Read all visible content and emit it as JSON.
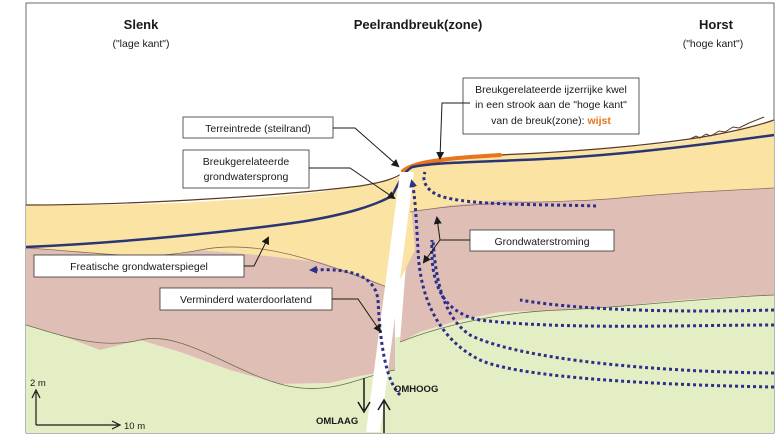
{
  "headers": {
    "left_title": "Slenk",
    "left_sub": "(\"lage kant\")",
    "center_title": "Peelrandbreuk(zone)",
    "right_title": "Horst",
    "right_sub": "(\"hoge kant\")"
  },
  "callouts": {
    "kwel_line1": "Breukgerelateerde ijzerrijke kwel",
    "kwel_line2": "in een strook aan de \"hoge kant\"",
    "kwel_line3a": "van de breuk(zone): ",
    "kwel_line3b": "wijst",
    "terreintrede": "Terreintrede (steilrand)",
    "sprong_line1": "Breukgerelateerde",
    "sprong_line2": "grondwatersprong",
    "stroming": "Grondwaterstroming",
    "freatisch": "Freatische grondwaterspiegel",
    "verminderd": "Verminderd waterdoorlatend"
  },
  "fault": {
    "up_label": "OMHOOG",
    "down_label": "OMLAAG"
  },
  "scale": {
    "vertical": "2 m",
    "horizontal": "10 m"
  },
  "colors": {
    "sand": "#fbe3a4",
    "clay": "#dfbfb5",
    "deep": "#e4eec4",
    "water_table": "#2a3576",
    "seepage": "#e8741d",
    "flow_arrow": "#2d2f8a"
  }
}
